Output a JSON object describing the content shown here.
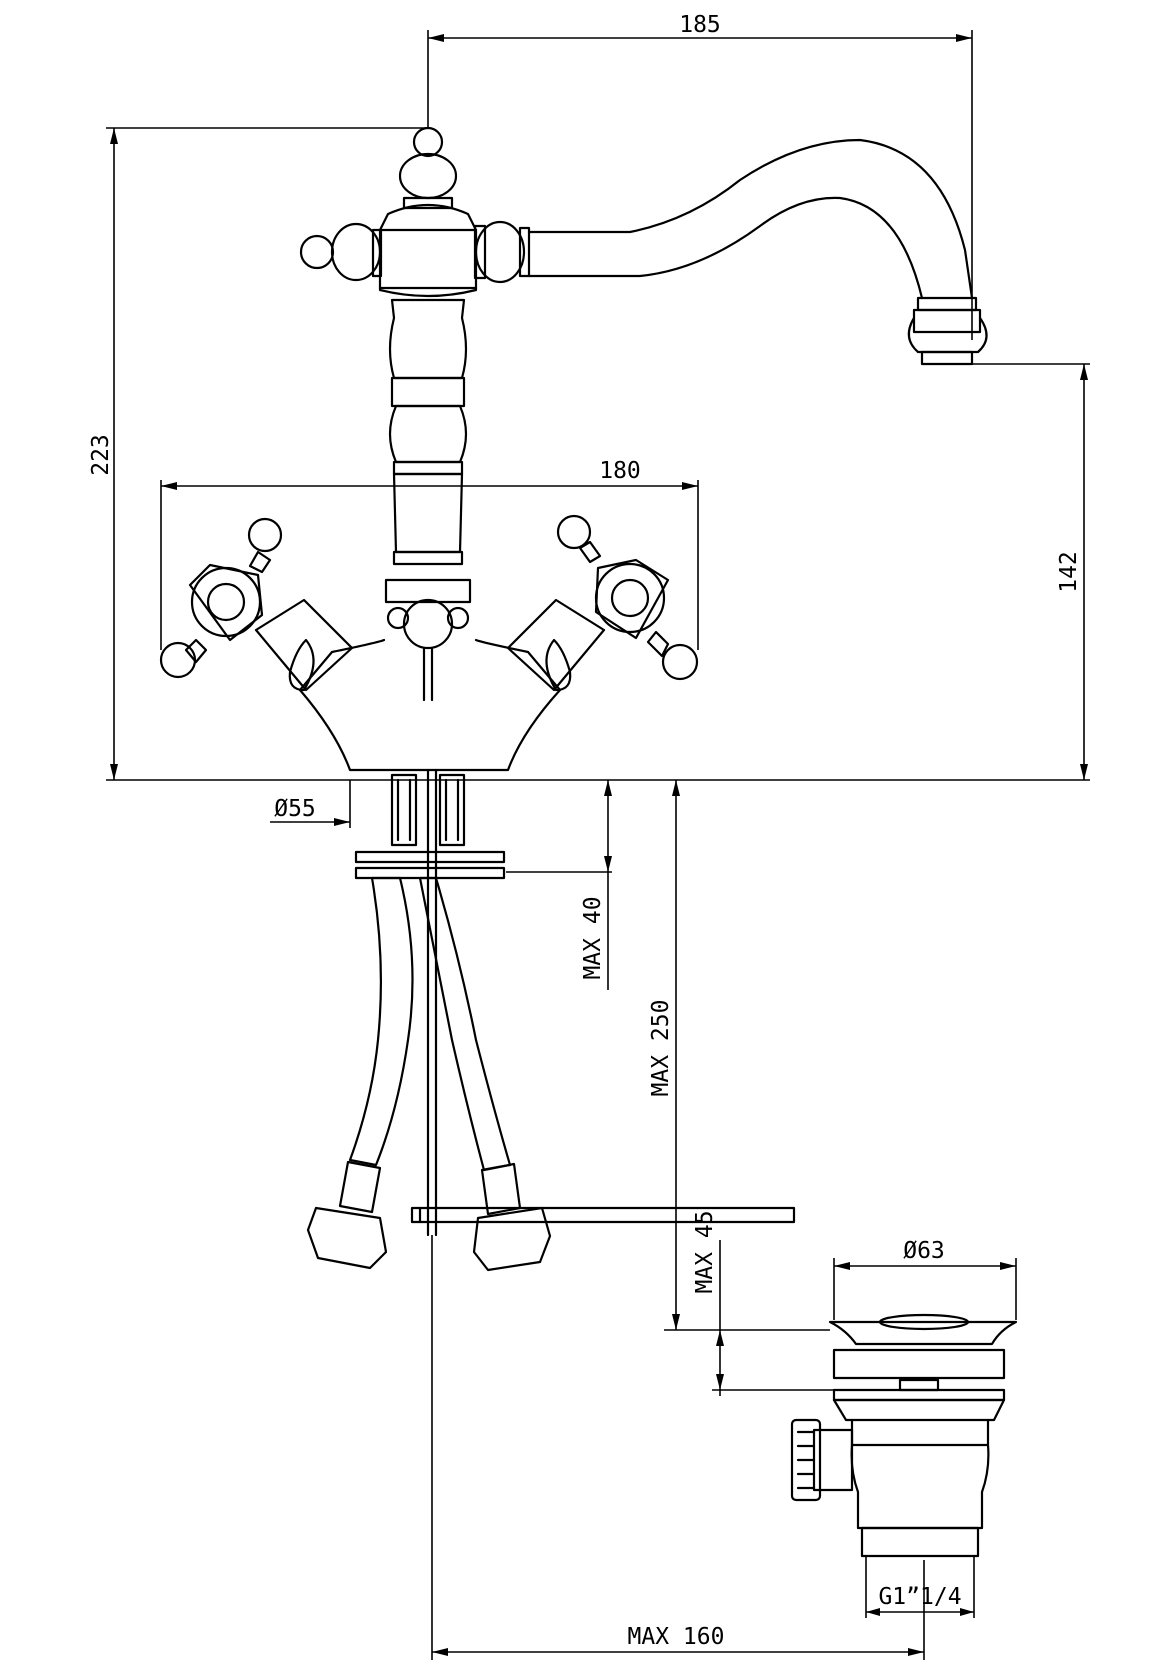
{
  "dimensions": {
    "width_total": "185",
    "height_total": "223",
    "spout_height": "142",
    "handle_span": "180",
    "base_diameter": "Ø55",
    "max_deck_thickness": "MAX  40",
    "max_rod_length": "MAX  250",
    "max_waste_thickness": "MAX  45",
    "waste_diameter": "Ø63",
    "waste_thread": "G1”1/4",
    "max_rod_reach": "MAX  160"
  },
  "colors": {
    "line": "#000000",
    "background": "#ffffff"
  }
}
